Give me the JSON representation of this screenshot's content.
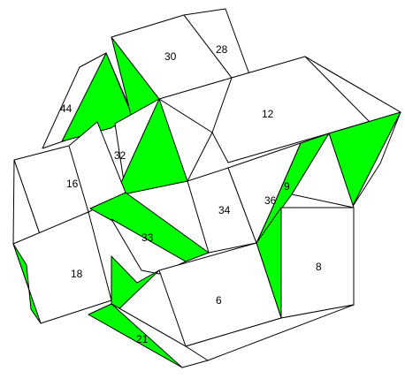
{
  "figure": {
    "colors": {
      "face_white": "#ffffff",
      "face_green": "#00ff00",
      "edge": "#000000"
    },
    "labels": {
      "l44": "44",
      "l30": "30",
      "l28": "28",
      "l12": "12",
      "l32": "32",
      "l16": "16",
      "l9": "9",
      "l36": "36",
      "l34": "34",
      "l33": "33",
      "l18": "18",
      "l8": "8",
      "l6": "6",
      "l21": "21"
    }
  }
}
